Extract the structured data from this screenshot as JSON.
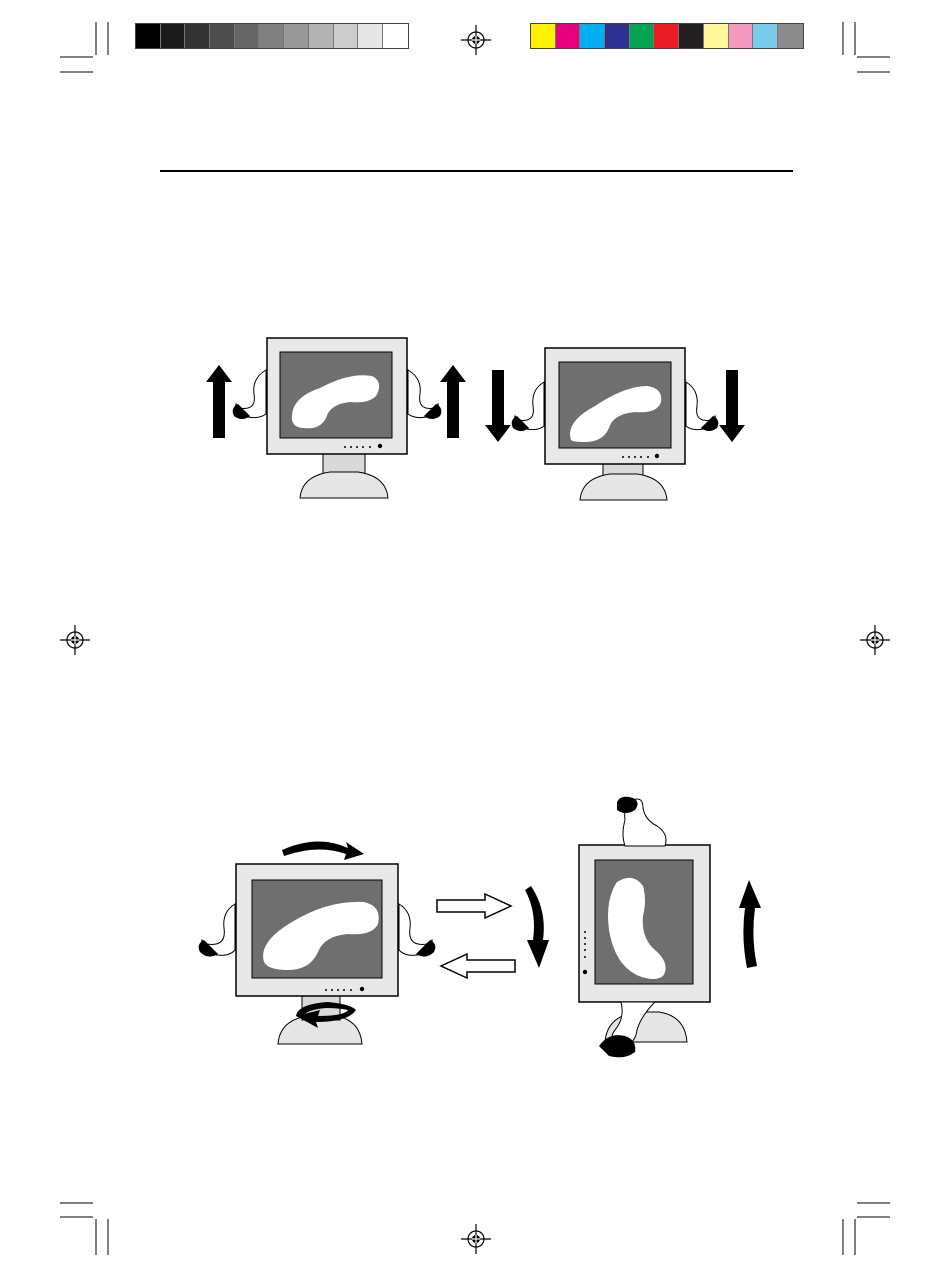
{
  "print_marks": {
    "grayscale_swatches": [
      "#000000",
      "#1a1a1a",
      "#333333",
      "#4d4d4d",
      "#666666",
      "#808080",
      "#999999",
      "#b3b3b3",
      "#cccccc",
      "#e6e6e6",
      "#ffffff"
    ],
    "color_swatches": [
      "#fff200",
      "#e6007e",
      "#00aeef",
      "#2e3192",
      "#00a651",
      "#ed1c24",
      "#231f20",
      "#fff799",
      "#f49ac1",
      "#7accee",
      "#8c8c8c"
    ]
  },
  "figures": {
    "height_adjust": {
      "direction_left": "up",
      "direction_right": "down"
    },
    "swivel_pivot": {
      "transition_arrows": [
        "right",
        "left"
      ]
    }
  }
}
